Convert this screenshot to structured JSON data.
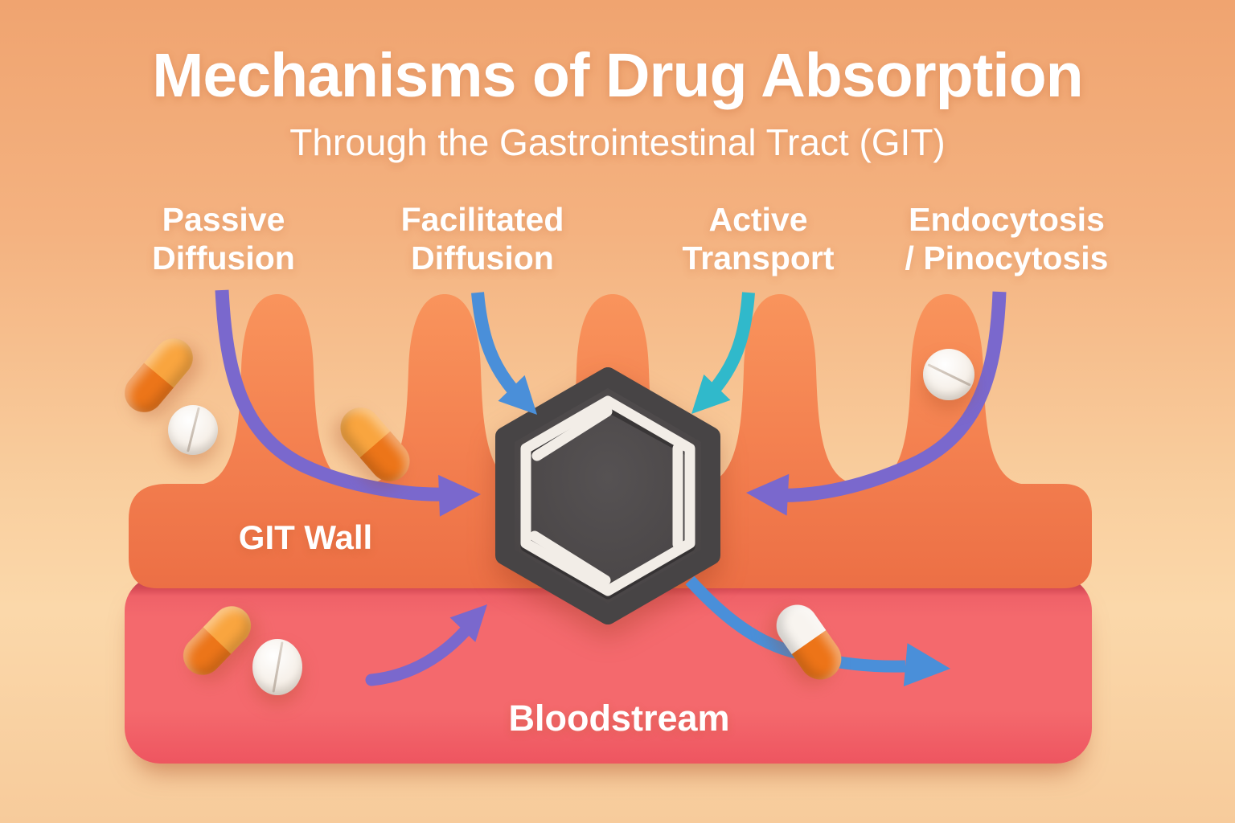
{
  "title": "Mechanisms of Drug Absorption",
  "subtitle": "Through the Gastrointestinal Tract (GIT)",
  "mechanisms": [
    {
      "lines": [
        "Passive",
        "Diffusion"
      ],
      "arrow_color": "#7A68CD"
    },
    {
      "lines": [
        "Facilitated",
        "Diffusion"
      ],
      "arrow_color": "#4A8FD9"
    },
    {
      "lines": [
        "Active",
        "Transport"
      ],
      "arrow_color": "#30B9CB"
    },
    {
      "lines": [
        "Endocytosis",
        "/ Pinocytosis"
      ],
      "arrow_color": "#7A68CD"
    }
  ],
  "regions": {
    "git_wall_label": "GIT Wall",
    "bloodstream_label": "Bloodstream"
  },
  "colors": {
    "background_top": "#F0A470",
    "background_bottom": "#F7CB9B",
    "git_wall_orange": "#F1794B",
    "bloodstream_pink": "#F4696D",
    "molecule_dark": "#4A4747",
    "molecule_ring": "#F2EDE7",
    "capsule_orange_light": "#F9A53F",
    "capsule_orange_dark": "#EC7519",
    "tablet_white": "#F8F4EF",
    "arrow_purple": "#7A68CD",
    "arrow_blue": "#4A8FD9",
    "arrow_teal": "#30B9CB"
  },
  "illustration": {
    "villi_count": 5,
    "molecule": "hexagonal drug molecule (benzene ring)",
    "pill_objects": [
      "orange capsule (upper left)",
      "white scored tablet (upper left)",
      "orange capsule (on GIT wall)",
      "white scored tablet (right villus)",
      "orange capsule (bloodstream left)",
      "white scored tablet (bloodstream)",
      "white-orange capsule (bloodstream right)"
    ]
  }
}
